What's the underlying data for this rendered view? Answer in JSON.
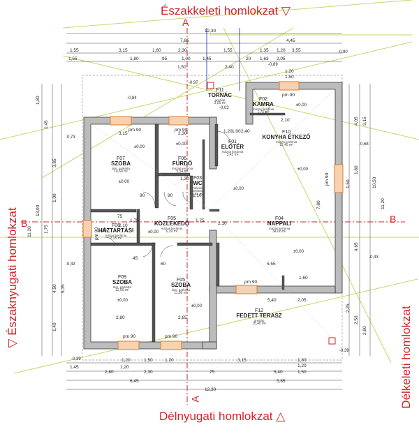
{
  "facades": {
    "top": "Északkeleti homlokzat",
    "bottom": "Délnyugati homlokzat",
    "left": "Északnyugati homlokzat",
    "right": "Délkeleti homlokzat",
    "marker": "▽",
    "marker_bottom": "△"
  },
  "section_marks": {
    "a_top": "A",
    "a_bottom": "A",
    "b_left": "B",
    "b_right": "B"
  },
  "rooms": {
    "f01": {
      "code": "F01",
      "name": "ELŐTÉR",
      "floor": "mázas kerámia",
      "area": "3,43 m²"
    },
    "f02": {
      "code": "F02",
      "name": "KAMRA",
      "floor": "mázas kerámia",
      "area": "1,75 m²"
    },
    "f03": {
      "code": "F03",
      "name": "WC",
      "floor": "mázas kerámia",
      "area": "1,86 m²"
    },
    "f04": {
      "code": "F04",
      "name": "NAPPALI",
      "floor": "mázas kerámia",
      "area": "34,68 m²"
    },
    "f05": {
      "code": "F05",
      "name": "KÖZLEKEDŐ",
      "floor": "mázas kerámia",
      "area": "6,39 m²"
    },
    "f06": {
      "code": "F06",
      "name": "FÜRDŐ",
      "floor": "mázas kerámia",
      "area": "5,54 m²"
    },
    "f07": {
      "code": "F07",
      "name": "SZOBA",
      "floor": "lam. parketta",
      "area": "10,60 m²"
    },
    "f08": {
      "code": "F08",
      "name": "HÁZTARTÁSI",
      "floor": "mázas kerámia",
      "area": "2,15 m²"
    },
    "f09": {
      "code": "F09",
      "name": "SZOBA",
      "floor": "lam. parketta",
      "area": "12,60 m²"
    },
    "f10": {
      "code": "F10",
      "name": "KONYHA ÉTKEZŐ",
      "floor": "mázas kerámia",
      "area": "12,45 m²"
    },
    "f11": {
      "code": "F11",
      "name": "TORNÁC",
      "floor": "greslap",
      "area": "3,05 m²"
    },
    "f12": {
      "code": "F12",
      "name": "FEDETT TERASZ",
      "floor": "greslap",
      "area": "15,40 m²"
    },
    "f05b": {
      "code": "F05",
      "name": "SZOBA",
      "floor": "lam. parketta",
      "area": "11,80 m²"
    }
  },
  "levels": {
    "l1": "±0,00",
    "l2": "±0,00",
    "l3": "±0,00",
    "l4": "±0,00",
    "l5": "±0,00",
    "l6": "±0,00",
    "l7": "±0,00",
    "l8": "±0,00",
    "l9": "±0,00",
    "l10": "±0,00",
    "l11": "-0,02",
    "l12": "-0,84",
    "l13": "-0,97",
    "l14": "-0,73",
    "l15": "-0,43",
    "l16": "-0,43",
    "l17": "-0,89",
    "l18": "-0,90",
    "l19": "-0,39",
    "l20": "-0,39",
    "l21": "-0,68"
  },
  "dims": {
    "top_total": "12,30",
    "top_row1": [
      "7,85",
      "4,45"
    ],
    "top_row2": [
      "1,55",
      "3,15",
      "1,60",
      "2,30",
      "1,55",
      "1,35",
      "1,20",
      "3,55"
    ],
    "top_row3": [
      "1,55",
      "1,80",
      "95",
      "1,00",
      "1,45",
      "20",
      "1,63",
      "2,05"
    ],
    "top_row4": [
      "1,50",
      "2,40",
      "1,20",
      "1,50"
    ],
    "bottom_row1": [
      "1,45",
      "1,20",
      "1,50",
      "1,20",
      "3,15",
      "1,80",
      "1,20",
      "1,20"
    ],
    "bottom_row2": [
      "2,80",
      "2,30",
      "75",
      "5,40",
      "1,50"
    ],
    "bottom_row3": [
      "6,45",
      "5,85"
    ],
    "bottom_total": "12,30",
    "left_side": [
      "1,80",
      "1,45",
      "3,85",
      "1,00",
      "11,20",
      "13,00",
      "1,75",
      "4,50",
      "5,35",
      "1,40"
    ],
    "right_side": [
      "4,05",
      "3,15",
      "1,80",
      "10,50",
      "11,20",
      "7,80",
      "4,65",
      "1,50",
      "2,25",
      "2,50",
      "2,80"
    ],
    "inner": [
      "3,15",
      "2,30",
      "2,10",
      "1,20",
      "1,00",
      "2,40",
      "2,10",
      "1,30",
      "5,55",
      "5,40",
      "1,60",
      "1,20",
      "2,10",
      "2,80",
      "2,65",
      "1,75",
      "1,75",
      "90",
      "90",
      "75",
      "45",
      "60",
      "1,10",
      "2,05"
    ]
  },
  "windows": {
    "w1": "pm 90",
    "w2": "pm 90",
    "w3": "pm 90",
    "w4": "pm 90",
    "w5": "pm 90",
    "w6": "pm 90",
    "w7": "pm 90",
    "w8": "pm 90"
  },
  "colors": {
    "wall": "#8a8a8a",
    "wall_dark": "#333333",
    "window": "#e07b2a",
    "section": "#d2232a",
    "guide": "#c6d66a",
    "guide_blue": "#5a6fd6"
  }
}
